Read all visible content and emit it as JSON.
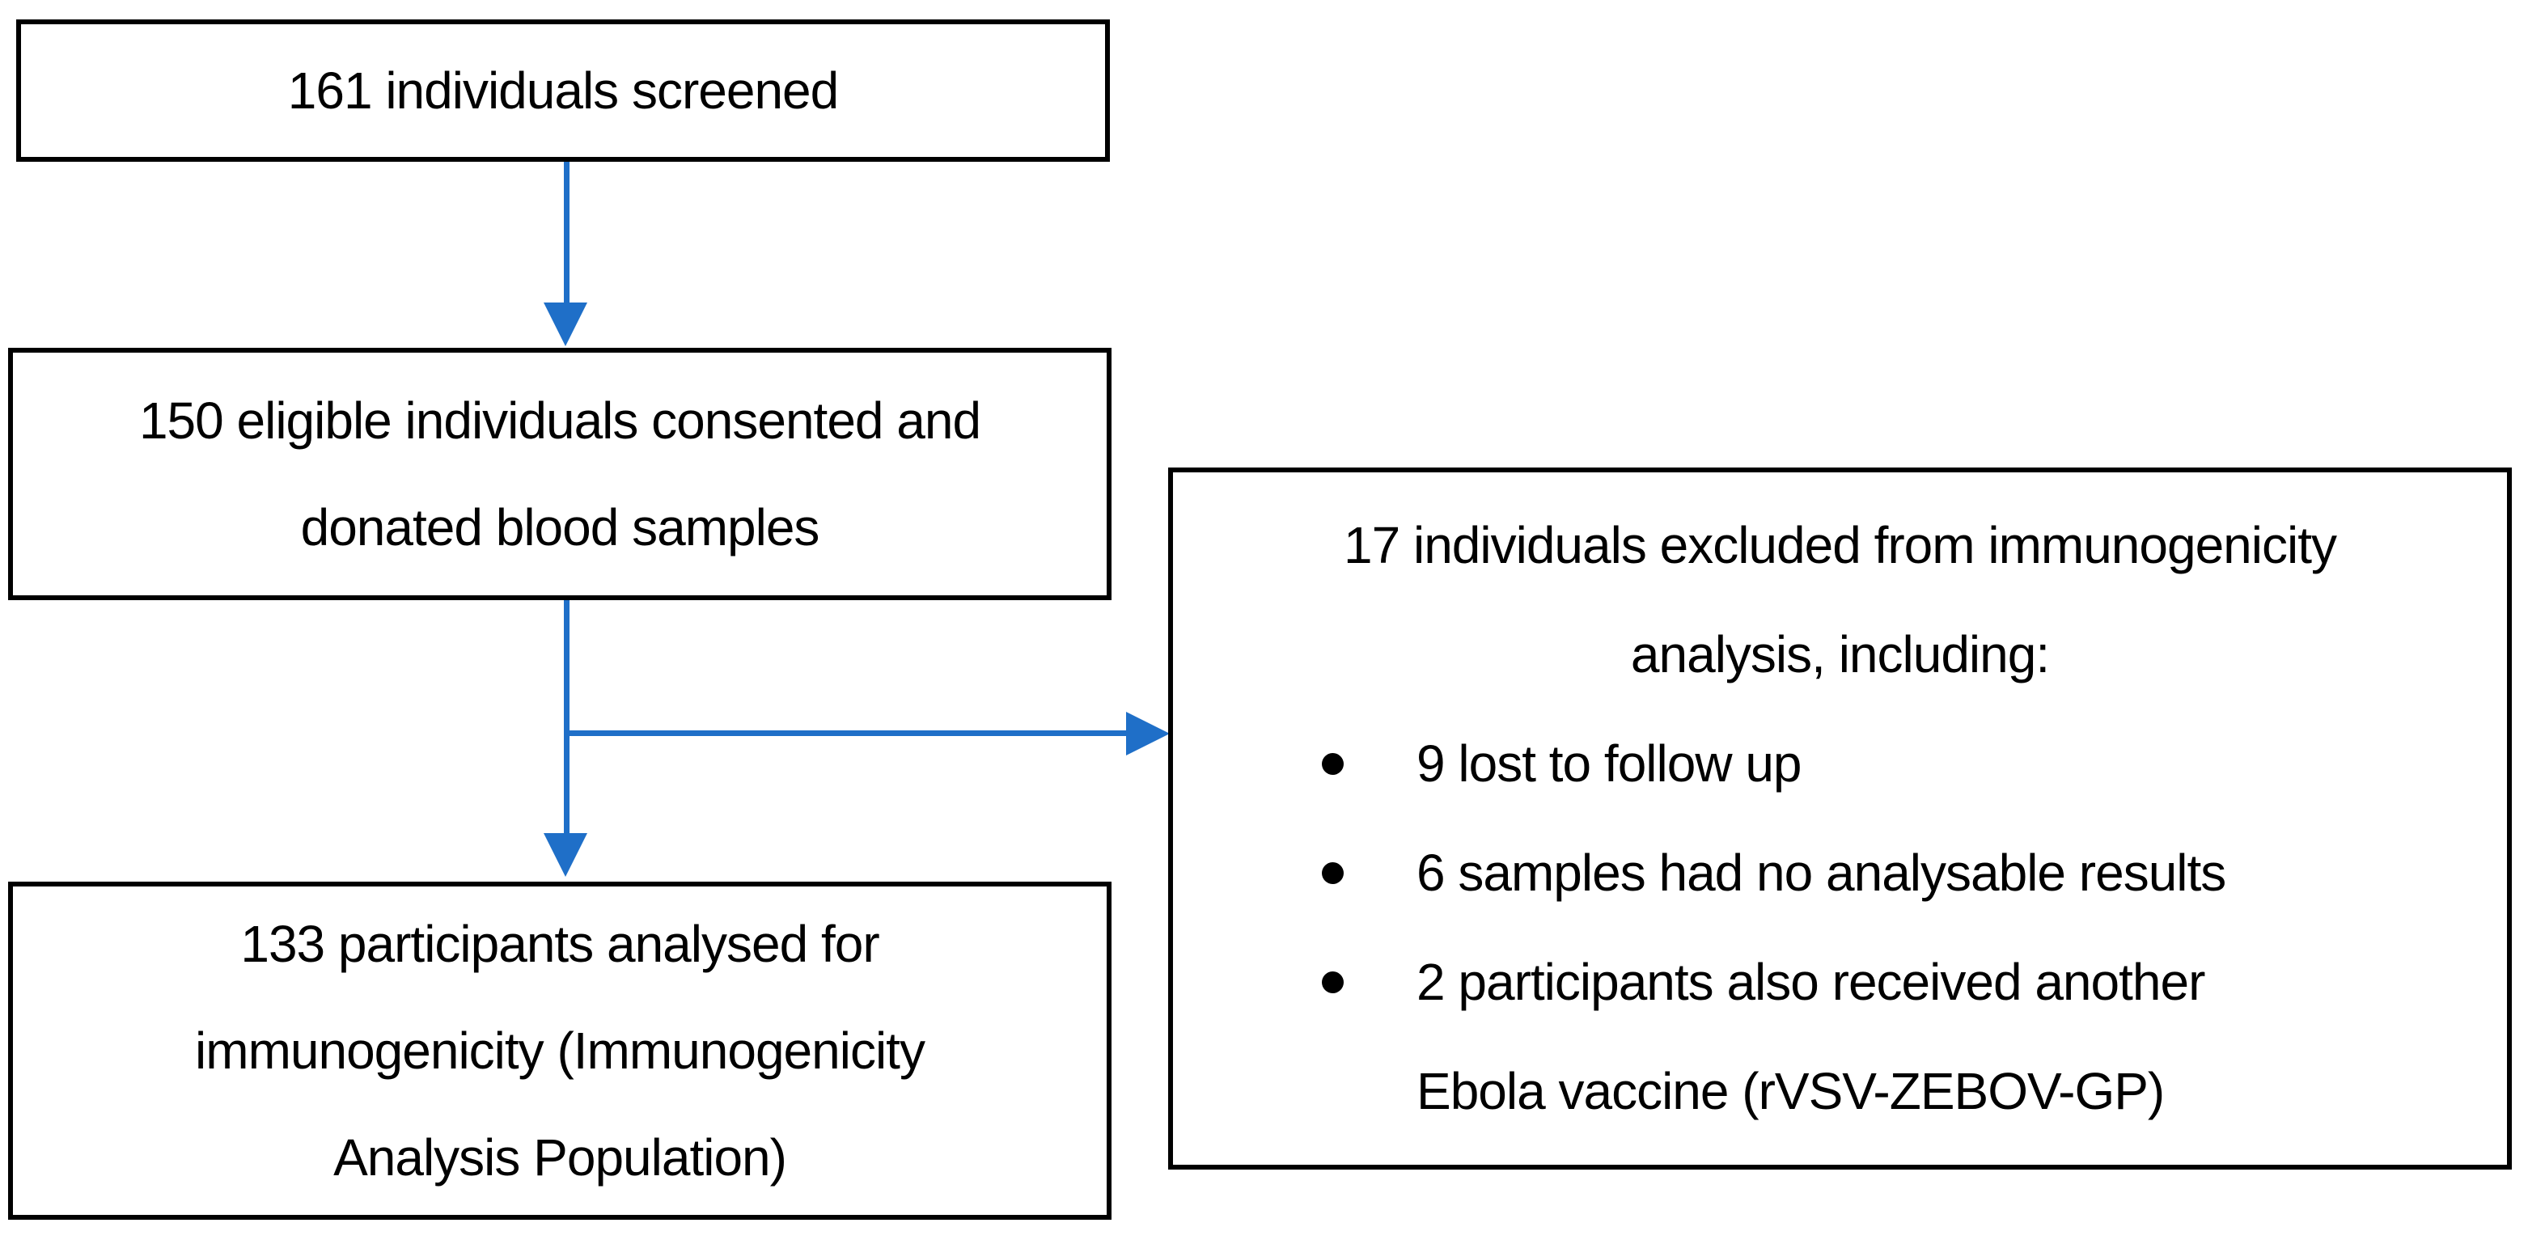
{
  "colors": {
    "arrow": "#1f6fc8",
    "box_border": "#000000",
    "text": "#000000",
    "background": "#ffffff"
  },
  "boxes": {
    "screened": {
      "lines": [
        "161 individuals screened"
      ]
    },
    "consented": {
      "lines": [
        "150 eligible individuals consented and",
        "donated blood samples"
      ]
    },
    "analysed": {
      "lines": [
        "133 participants analysed for",
        "immunogenicity (Immunogenicity",
        "Analysis Population)"
      ]
    },
    "excluded": {
      "header_lines": [
        "17 individuals excluded from immunogenicity",
        "analysis, including:"
      ],
      "bullets": [
        {
          "lines": [
            "9 lost to follow up"
          ]
        },
        {
          "lines": [
            "6 samples had no analysable results"
          ]
        },
        {
          "lines": [
            "2 participants also received another",
            "Ebola vaccine (rVSV-ZEBOV-GP)"
          ]
        }
      ]
    }
  }
}
